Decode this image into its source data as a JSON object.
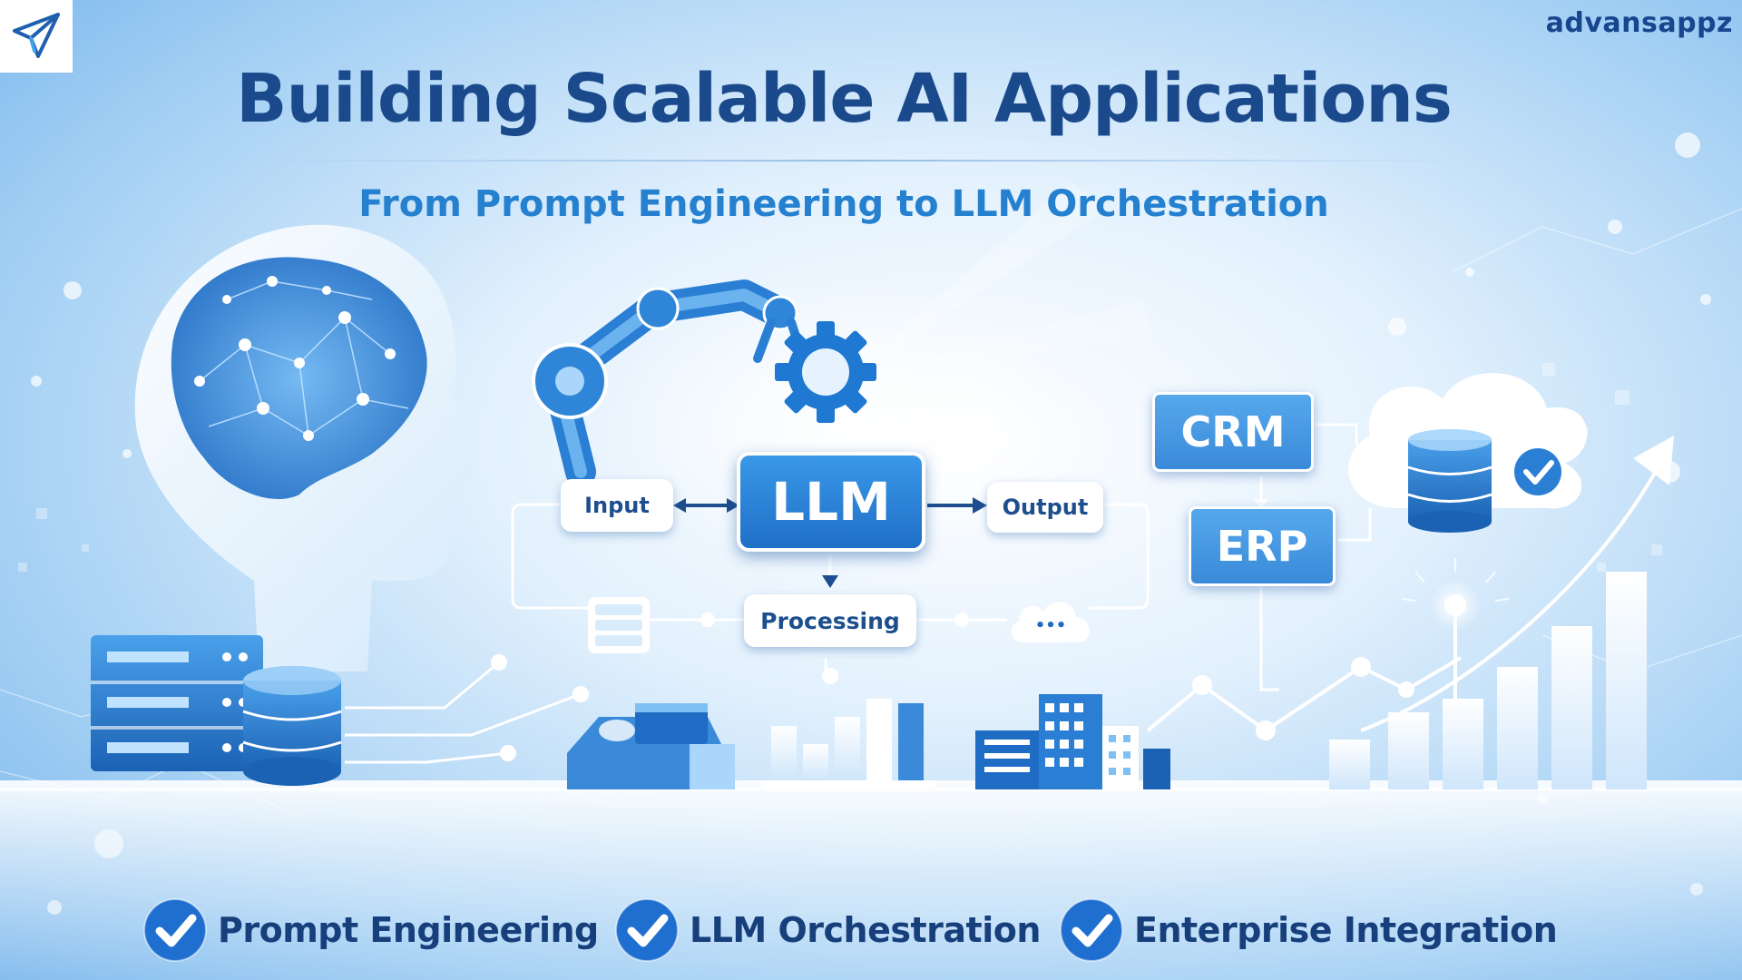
{
  "brand": {
    "name": "advansappz"
  },
  "header": {
    "title": "Building Scalable AI Applications",
    "subtitle": "From Prompt Engineering to LLM Orchestration"
  },
  "diagram": {
    "input": "Input",
    "llm": "LLM",
    "output": "Output",
    "processing": "Processing",
    "cloud_small": "•••",
    "crm": "CRM",
    "erp": "ERP"
  },
  "features": [
    {
      "label": "Prompt Engineering"
    },
    {
      "label": "LLM Orchestration"
    },
    {
      "label": "Enterprise Integration"
    }
  ],
  "icons": {
    "logo": "paper-plane-icon",
    "head": "ai-head-brain-icon",
    "robot_arm": "robotic-arm-icon",
    "gear": "gear-icon",
    "cloud_db": "cloud-database-icon",
    "check": "check-circle-icon"
  },
  "colors": {
    "brand_navy": "#17468f",
    "title_blue": "#1b4a8c",
    "subtitle_blue": "#2581cf",
    "llm_blue": "#1f6fc6",
    "system_blue": "#3a8ad9",
    "check_blue": "#1f6fd0"
  }
}
